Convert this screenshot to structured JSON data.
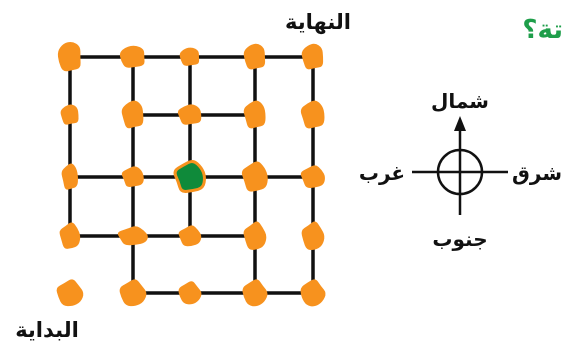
{
  "title_fragment": "تة؟",
  "labels": {
    "end": "النهاية",
    "start": "البداية"
  },
  "compass": {
    "north": "شمال",
    "south": "جنوب",
    "east": "شرق",
    "west": "غرب"
  },
  "colors": {
    "title_accent": "#1e9e4a",
    "line": "#111111",
    "node": "#f7921e",
    "current_node": "#0f8a3a",
    "current_node_outline": "#f7921e"
  },
  "grid": {
    "columns": 5,
    "rows": 5,
    "current_node": {
      "column": 3,
      "row": 3
    },
    "vertical_segments": [
      {
        "column": 1,
        "row_from": 1,
        "row_to": 4
      },
      {
        "column": 2,
        "row_from": 1,
        "row_to": 5
      },
      {
        "column": 3,
        "row_from": 1,
        "row_to": 4
      },
      {
        "column": 4,
        "row_from": 1,
        "row_to": 5
      },
      {
        "column": 5,
        "row_from": 1,
        "row_to": 5
      }
    ],
    "horizontal_segments": [
      {
        "row": 1,
        "column_from": 1,
        "column_to": 5
      },
      {
        "row": 2,
        "column_from": 2,
        "column_to": 4
      },
      {
        "row": 3,
        "column_from": 1,
        "column_to": 5
      },
      {
        "row": 4,
        "column_from": 1,
        "column_to": 4
      },
      {
        "row": 5,
        "column_from": 2,
        "column_to": 5
      }
    ]
  }
}
